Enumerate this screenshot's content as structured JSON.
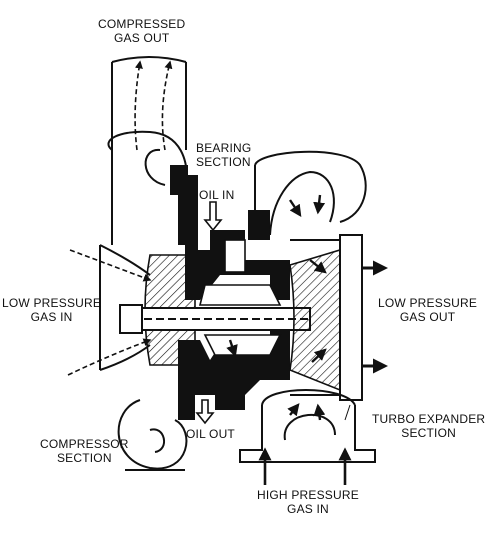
{
  "labels": {
    "compressed_gas_out": [
      "COMPRESSED",
      "GAS OUT"
    ],
    "bearing_section": [
      "BEARING",
      "SECTION"
    ],
    "oil_in": "OIL IN",
    "low_pressure_gas_in": [
      "LOW PRESSURE",
      "GAS IN"
    ],
    "low_pressure_gas_out": [
      "LOW PRESSURE",
      "GAS OUT"
    ],
    "compressor_section": [
      "COMPRESSOR",
      "SECTION"
    ],
    "oil_out": "OIL OUT",
    "turbo_expander_section": [
      "TURBO EXPANDER",
      "SECTION"
    ],
    "high_pressure_gas_in": [
      "HIGH PRESSURE",
      "GAS IN"
    ]
  },
  "colors": {
    "ink": "#111111",
    "paper": "#ffffff"
  }
}
